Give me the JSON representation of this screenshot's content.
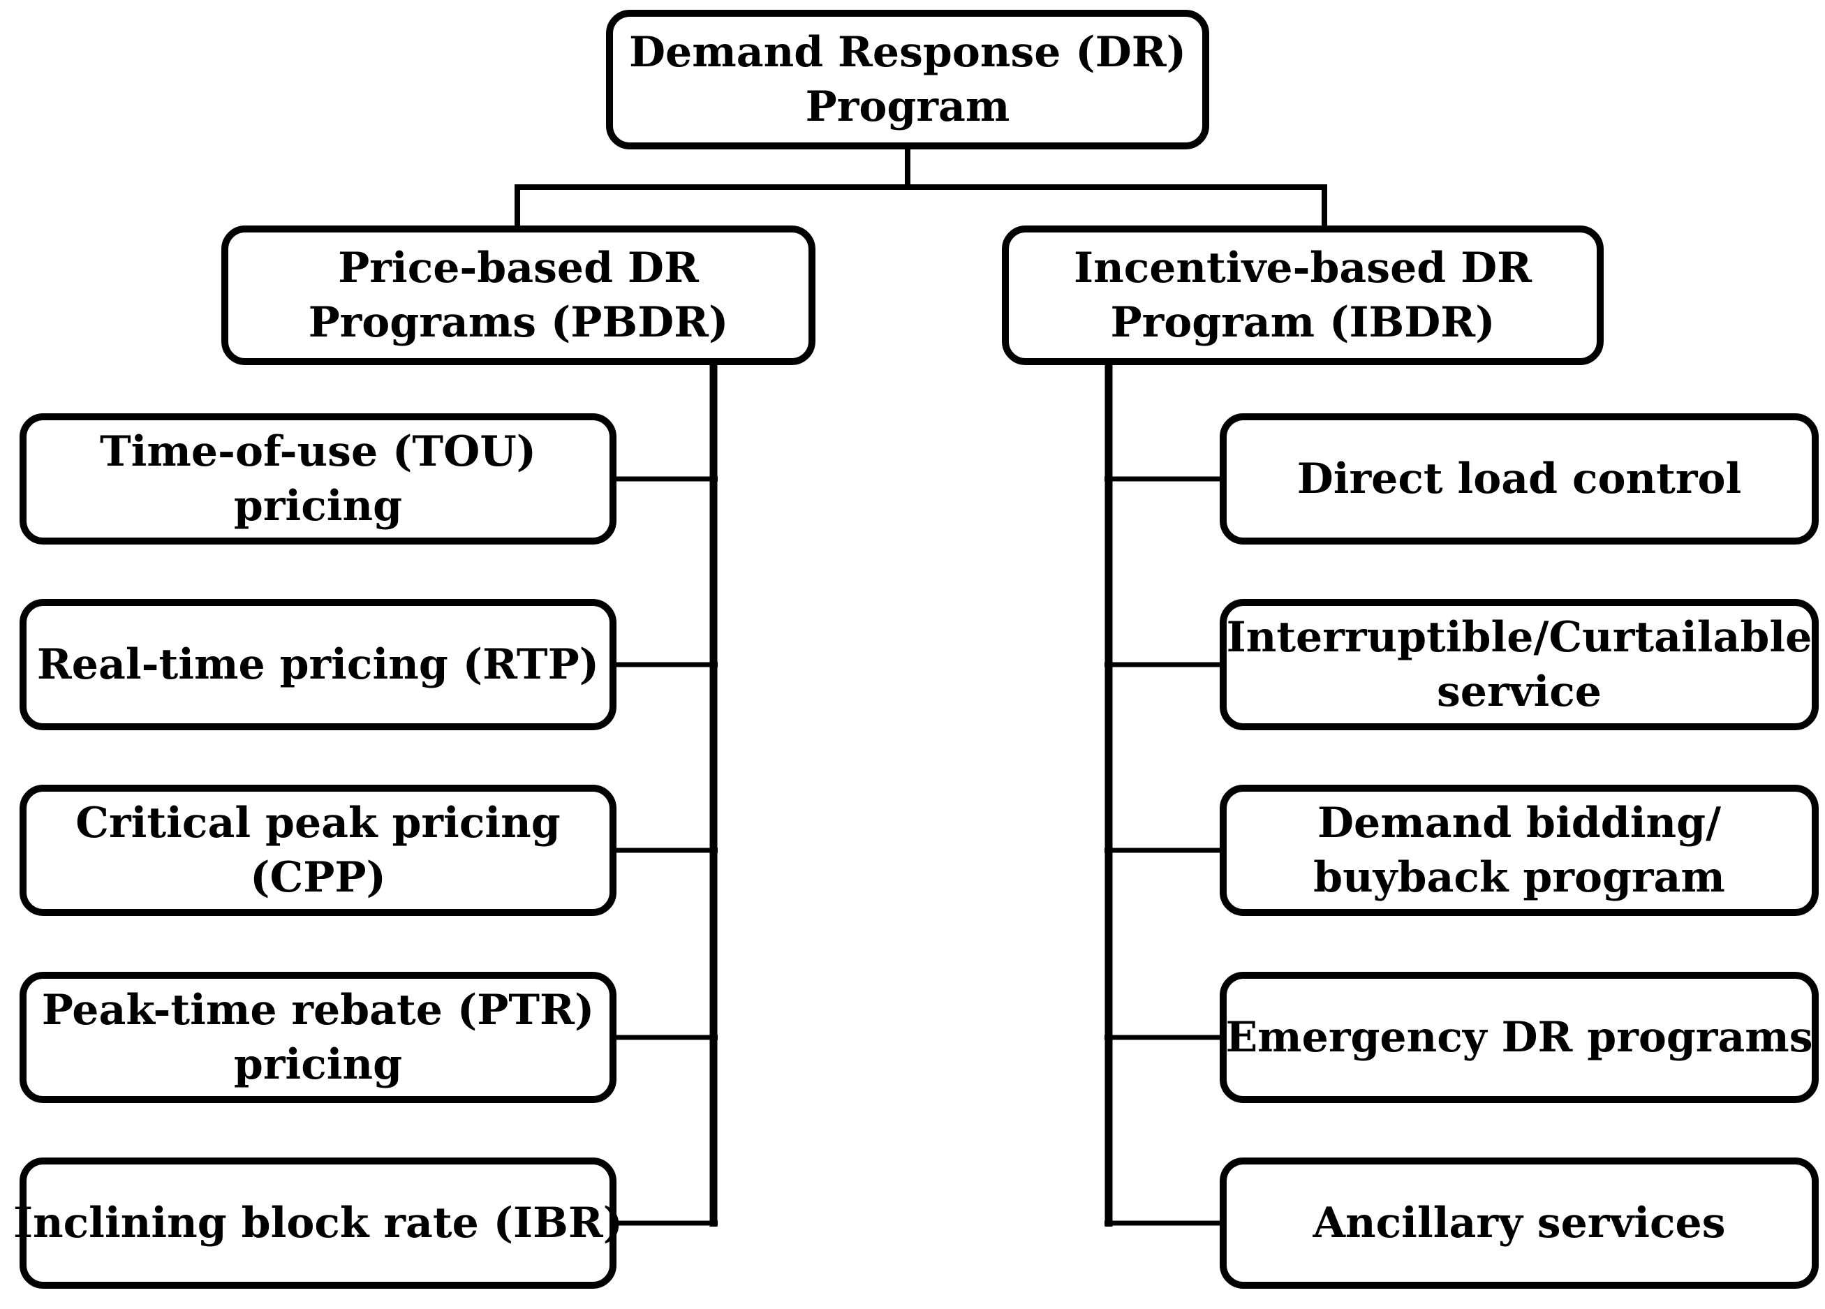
{
  "diagram": {
    "root": {
      "label": "Demand Response (DR) Program",
      "lines": [
        "Demand Response (DR)",
        "Program"
      ]
    },
    "branches": [
      {
        "id": "pbdr",
        "label": "Price-based DR Programs (PBDR)",
        "lines": [
          "Price-based DR",
          "Programs (PBDR)"
        ],
        "children": [
          {
            "label": "Time-of-use (TOU) pricing",
            "lines": [
              "Time-of-use (TOU)",
              "pricing"
            ]
          },
          {
            "label": "Real-time pricing (RTP)",
            "lines": [
              "Real-time pricing (RTP)"
            ]
          },
          {
            "label": "Critical peak pricing (CPP)",
            "lines": [
              "Critical peak pricing",
              "(CPP)"
            ]
          },
          {
            "label": "Peak-time rebate (PTR) pricing",
            "lines": [
              "Peak-time rebate (PTR)",
              "pricing"
            ]
          },
          {
            "label": "Inclining block rate (IBR)",
            "lines": [
              "Inclining block rate (IBR)"
            ]
          }
        ]
      },
      {
        "id": "ibdr",
        "label": "Incentive-based DR Program (IBDR)",
        "lines": [
          "Incentive-based DR",
          "Program (IBDR)"
        ],
        "children": [
          {
            "label": "Direct load control",
            "lines": [
              "Direct load control"
            ]
          },
          {
            "label": "Interruptible/Curtailable service",
            "lines": [
              "Interruptible/Curtailable",
              "service"
            ]
          },
          {
            "label": "Demand bidding/ buyback program",
            "lines": [
              "Demand bidding/",
              "buyback program"
            ]
          },
          {
            "label": "Emergency DR programs",
            "lines": [
              "Emergency DR programs"
            ]
          },
          {
            "label": "Ancillary services",
            "lines": [
              "Ancillary services"
            ]
          }
        ]
      }
    ],
    "colors": {
      "line": "#000000",
      "box_border": "#000000",
      "box_fill": "#ffffff",
      "text": "#000000",
      "background": "#ffffff"
    }
  }
}
